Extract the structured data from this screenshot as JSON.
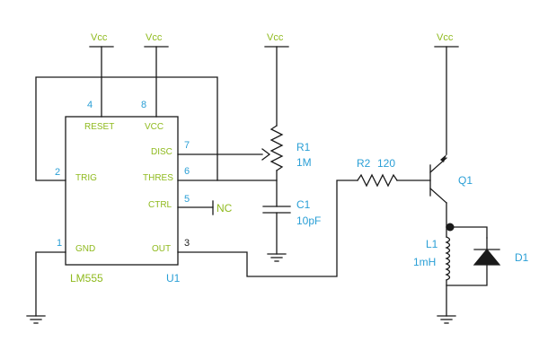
{
  "supply": {
    "label": "Vcc"
  },
  "ic": {
    "name": "LM555",
    "ref": "U1",
    "pins": {
      "reset": {
        "num": "4",
        "label": "RESET"
      },
      "vcc": {
        "num": "8",
        "label": "VCC"
      },
      "disc": {
        "num": "7",
        "label": "DISC"
      },
      "thres": {
        "num": "6",
        "label": "THRES"
      },
      "ctrl": {
        "num": "5",
        "label": "CTRL"
      },
      "trig": {
        "num": "2",
        "label": "TRIG"
      },
      "gnd": {
        "num": "1",
        "label": "GND"
      },
      "out": {
        "num": "3",
        "label": "OUT"
      }
    }
  },
  "nc_label": "NC",
  "components": {
    "r1": {
      "ref": "R1",
      "value": "1M"
    },
    "c1": {
      "ref": "C1",
      "value": "10pF"
    },
    "r2": {
      "ref": "R2",
      "value": "120"
    },
    "q1": {
      "ref": "Q1"
    },
    "l1": {
      "ref": "L1",
      "value": "1mH"
    },
    "d1": {
      "ref": "D1"
    }
  },
  "colors": {
    "wire": "#1a1a1a",
    "label_green": "#8fba1e",
    "label_blue": "#2a9fd6"
  }
}
